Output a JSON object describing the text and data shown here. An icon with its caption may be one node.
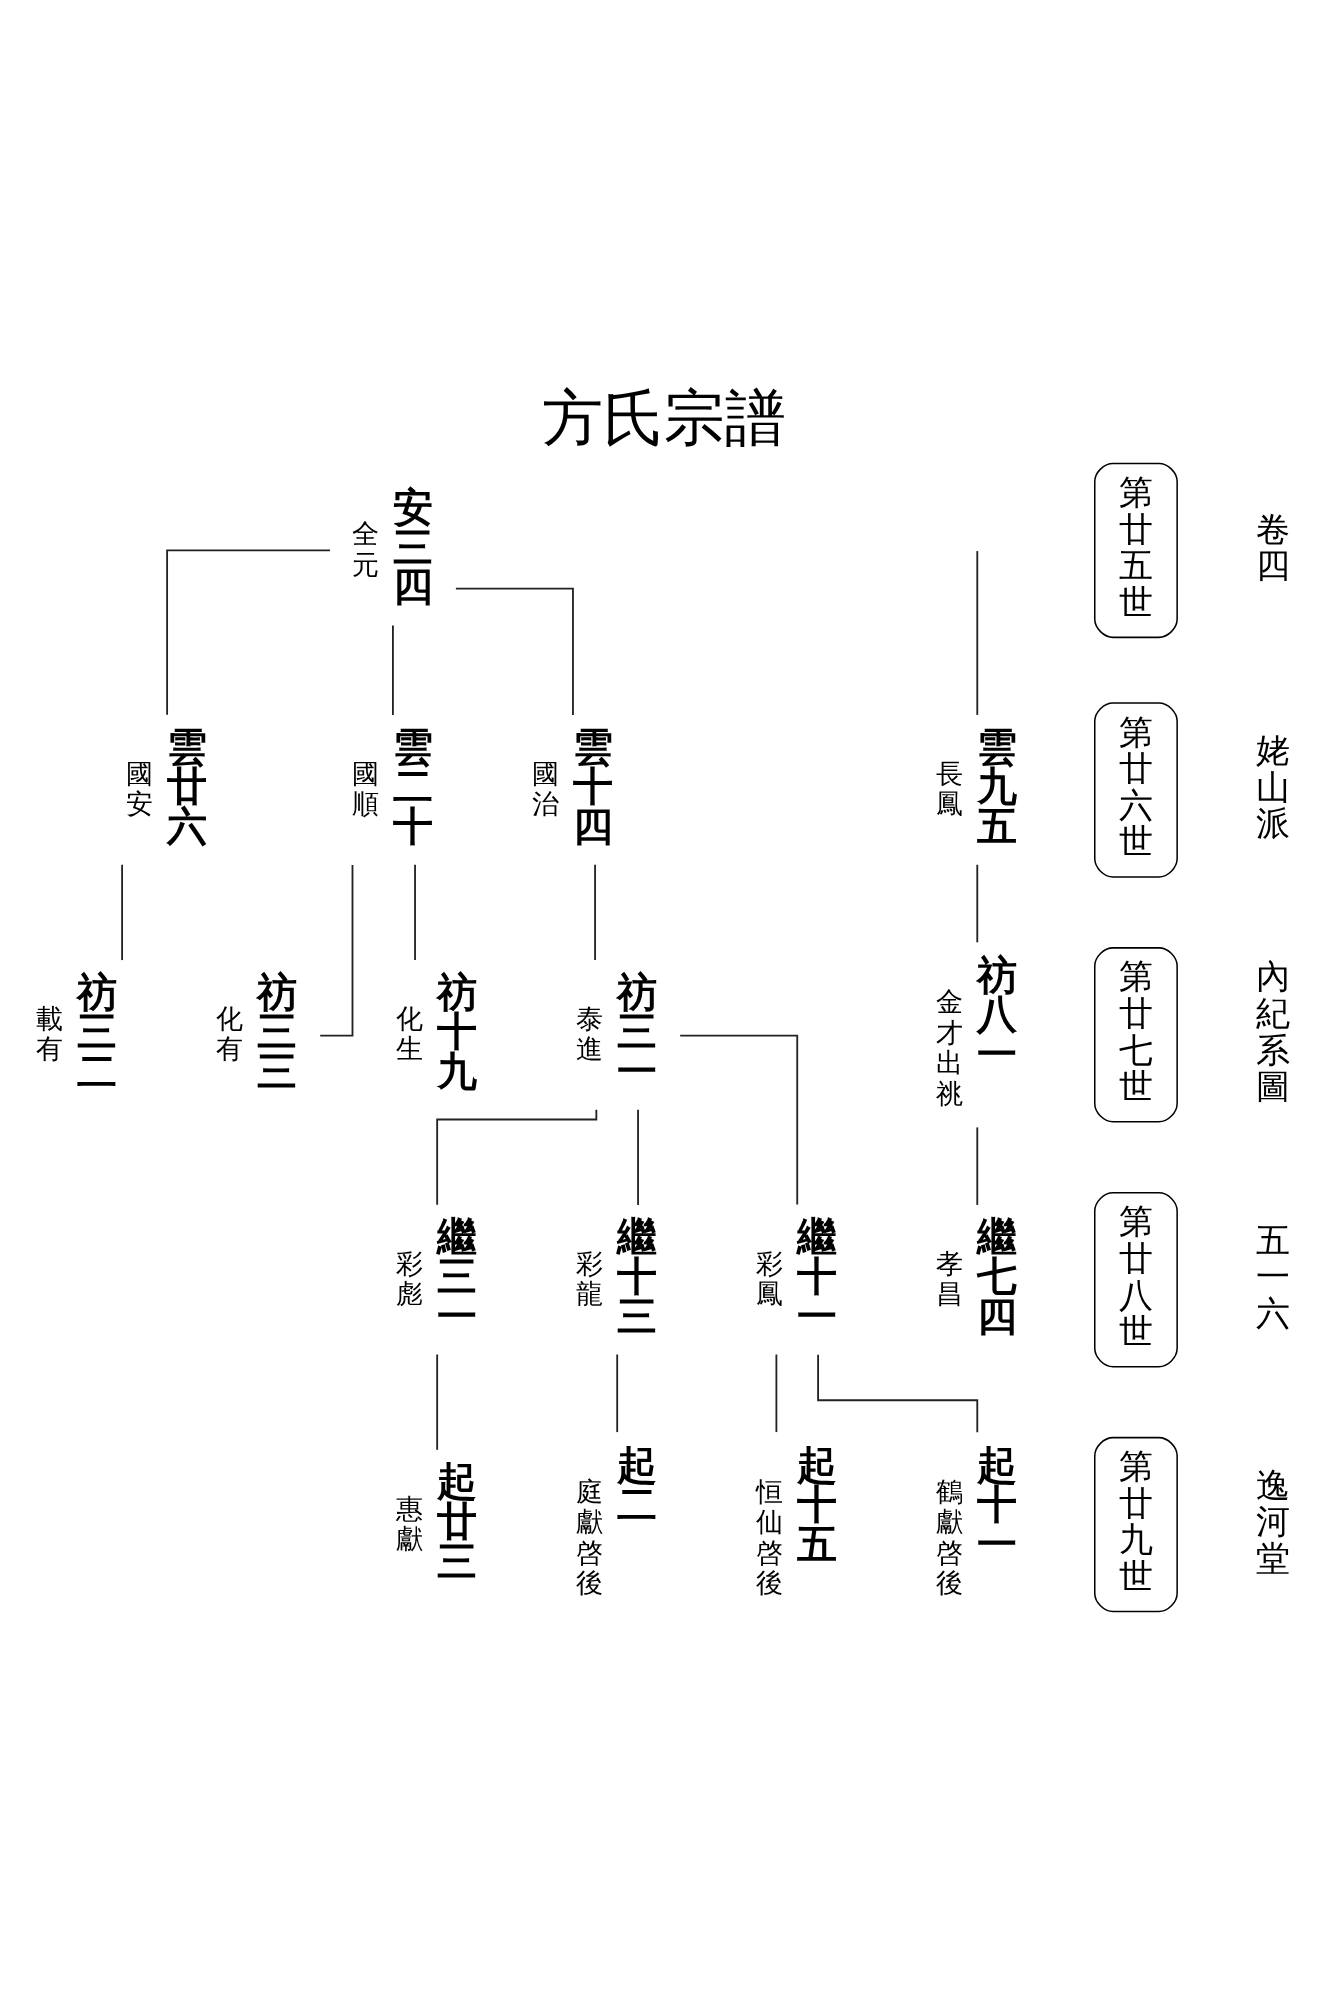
{
  "diagram": {
    "title": "方氏宗譜",
    "nodes": [
      {
        "text": [
          "第廿五世"
        ]
      },
      {
        "text": [
          "第廿六世"
        ]
      },
      {
        "text": [
          "第廿七世"
        ]
      },
      {
        "text": [
          "第廿八世"
        ]
      },
      {
        "text": [
          "第廿九世"
        ]
      },
      {
        "text": [
          "安三四"
        ],
        "beside": [
          "全元"
        ]
      },
      {
        "text": [
          "雲九五"
        ],
        "beside": [
          "長鳳"
        ]
      },
      {
        "text": [
          "雲十四"
        ],
        "beside": [
          "國治"
        ]
      },
      {
        "text": [
          "雲二十"
        ],
        "beside": [
          "國順"
        ]
      },
      {
        "text": [
          "雲廿六"
        ],
        "beside": [
          "國安"
        ]
      },
      {
        "text": [
          "祊八一"
        ],
        "beside": [
          "金才出祧"
        ]
      },
      {
        "text": [
          "祊三一"
        ],
        "beside": [
          "泰進"
        ]
      },
      {
        "text": [
          "祊十九"
        ],
        "beside": [
          "化生"
        ]
      },
      {
        "text": [
          "祊三三"
        ],
        "beside": [
          "化有"
        ]
      },
      {
        "text": [
          "祊三二"
        ],
        "beside": [
          "載有"
        ]
      },
      {
        "text": [
          "繼七四"
        ],
        "beside": [
          "孝昌"
        ]
      },
      {
        "text": [
          "繼十一"
        ],
        "beside": [
          "彩鳳"
        ]
      },
      {
        "text": [
          "繼十三"
        ],
        "beside": [
          "彩龍"
        ]
      },
      {
        "text": [
          "繼三一"
        ],
        "beside": [
          "彩彪"
        ]
      },
      {
        "text": [
          "起十一"
        ],
        "beside": [
          "鶴獻啓後"
        ]
      },
      {
        "text": [
          "起十五"
        ],
        "beside": [
          "恒仙啓後"
        ]
      },
      {
        "text": [
          "起二"
        ],
        "beside": [
          "庭獻啓後"
        ]
      },
      {
        "text": [
          "起廿三"
        ],
        "beside": [
          "惠獻"
        ]
      }
    ],
    "edges": [
      {
        "from": null,
        "to": 6,
        "arrow": "none"
      },
      {
        "from": 5,
        "to": 7,
        "arrow": "none"
      },
      {
        "from": 5,
        "to": 8,
        "arrow": "none"
      },
      {
        "from": 5,
        "to": 9,
        "arrow": "none"
      },
      {
        "from": 6,
        "to": 10,
        "arrow": "none"
      },
      {
        "from": 7,
        "to": 11,
        "arrow": "none"
      },
      {
        "from": 8,
        "to": 12,
        "arrow": "none"
      },
      {
        "from": 8,
        "to": 13,
        "arrow": "none"
      },
      {
        "from": 9,
        "to": 14,
        "arrow": "none"
      },
      {
        "from": 10,
        "to": 15,
        "arrow": "none"
      },
      {
        "from": 11,
        "to": 16,
        "arrow": "none"
      },
      {
        "from": 11,
        "to": 17,
        "arrow": "none"
      },
      {
        "from": 11,
        "to": 18,
        "arrow": "none"
      },
      {
        "from": 16,
        "to": 19,
        "arrow": "none"
      },
      {
        "from": 16,
        "to": 20,
        "arrow": "none"
      },
      {
        "from": 17,
        "to": 21,
        "arrow": "none"
      },
      {
        "from": 18,
        "to": 22,
        "arrow": "none"
      }
    ],
    "labels": [
      "卷四",
      "姥山派",
      "內紀系圖",
      "五一六",
      "逸河堂"
    ]
  }
}
